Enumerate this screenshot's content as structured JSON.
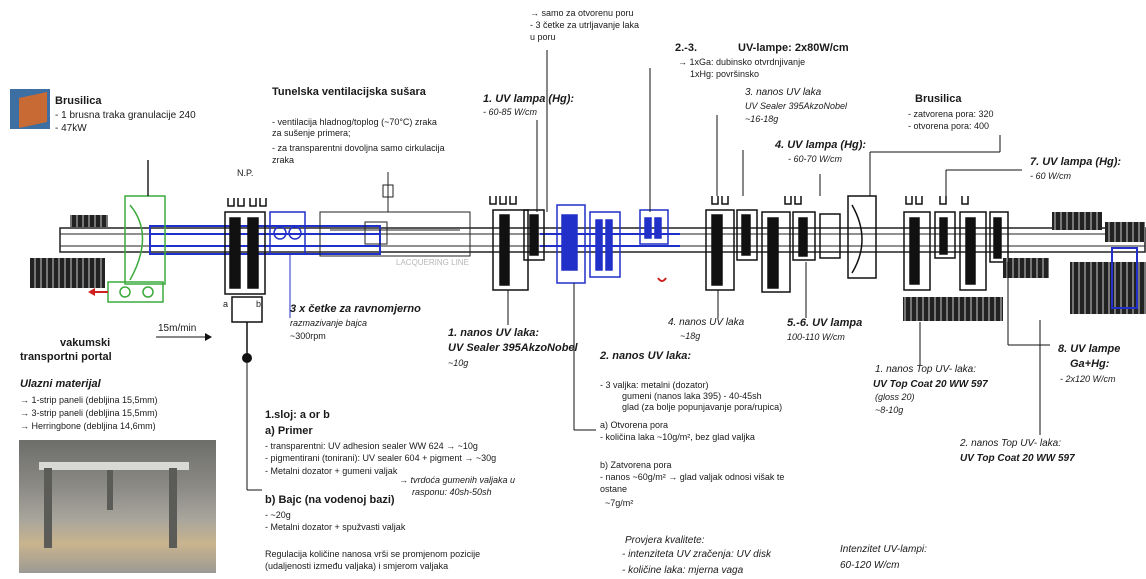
{
  "texts": {
    "brus1_title": "Brusilica",
    "brus1_l1": "- 1 brusna traka granulacije 240",
    "brus1_l2": "- 47kW",
    "tunnel_title": "Tunelska ventilacijska sušara",
    "tunnel_l1": "- ventilacija hladnog/toplog (~70°C) zraka",
    "tunnel_l2": "za sušenje primera;",
    "tunnel_l3": "- za transparentni dovoljna samo cirkulacija",
    "tunnel_l4": "zraka",
    "np": "N.P.",
    "uv1_title": "1. UV lampa (Hg):",
    "uv1_val": "- 60-85 W/cm",
    "open_l1": "→ samo za otvorenu poru",
    "open_l2": "- 3 četke za utrljavanje laka",
    "open_l3": "u poru",
    "uvl23_a": "2.-3.",
    "uvl23_b": "UV-lampe: 2x80W/cm",
    "uvl23_l1": "→ 1xGa: dubinsko otvrdnjivanje",
    "uvl23_l2": "1xHg: površinsko",
    "n3_title": "3. nanos UV laka",
    "n3_l1": "UV Sealer 395AkzoNobel",
    "n3_l2": "~16-18g",
    "uv4_title": "4. UV lampa (Hg):",
    "uv4_val": "- 60-70 W/cm",
    "brus2_title": "Brusilica",
    "brus2_l1": "- zatvorena pora: 320",
    "brus2_l2": "- otvorena pora: 400",
    "uv7_title": "7. UV lampa (Hg):",
    "uv7_val": "- 60 W/cm",
    "a_lbl": "a",
    "b_lbl": "b",
    "speed": "15m/min",
    "vak1": "vakumski",
    "vak2": "transportni portal",
    "cetke_l1": "3 x četke za ravnomjerno",
    "cetke_l2": "razmazivanje bajca",
    "cetke_l3": "~300rpm",
    "watermark": "LACQUERING LINE",
    "n1_title": "1. nanos UV laka:",
    "n1_l1": "UV Sealer 395AkzoNobel",
    "n1_l2": "~10g",
    "n2_title": "2. nanos UV laka:",
    "n2_l1": "- 3 valjka: metalni (dozator)",
    "n2_l2": "gumeni (nanos laka 395) - 40-45sh",
    "n2_l3": "glad (za bolje popunjavanje pora/rupica)",
    "n2_l4": "a) Otvorena pora",
    "n2_l5": "- količina laka ~10g/m², bez glad valjka",
    "n2_l6": "b) Zatvorena pora",
    "n2_l7": "- nanos ~60g/m² → glad valjak odnosi višak te",
    "n2_l8": "ostane",
    "n2_l9": "~7g/m²",
    "n4_title": "4. nanos UV laka",
    "n4_val": "~18g",
    "uv56_title": "5.-6. UV lampa",
    "uv56_val": "100-110 W/cm",
    "top1_title": "1. nanos Top UV- laka:",
    "top1_l1": "UV Top Coat 20 WW 597",
    "top1_l2": "(gloss 20)",
    "top1_l3": "~8-10g",
    "uv8_title": "8. UV lampe",
    "uv8_l1": "Ga+Hg:",
    "uv8_l2": "- 2x120 W/cm",
    "top2_title": "2. nanos Top UV- laka:",
    "top2_l1": "UV Top Coat 20 WW 597",
    "in_title": "Ulazni materijal",
    "in_l1": "→ 1-strip paneli (debljina 15,5mm)",
    "in_l2": "→ 3-strip paneli (debljina 15,5mm)",
    "in_l3": "→ Herringbone (debljina 14,6mm)",
    "sloj_title": "1.sloj: a or b",
    "sloj_a": "a) Primer",
    "sloj_a1": "- transparentni: UV adhesion sealer WW 624 → ~10g",
    "sloj_a2": "- pigmentirani (tonirani): UV sealer 604 + pigment → ~30g",
    "sloj_a3": "- Metalni dozator + gumeni valjak",
    "tvrdoca1": "→ tvrdoća gumenih valjaka u",
    "tvrdoca2": "rasponu: 40sh-50sh",
    "sloj_b": "b) Bajc (na vodenoj bazi)",
    "sloj_b1": "- ~20g",
    "sloj_b2": "- Metalni dozator + spužvasti valjak",
    "reg1": "Regulacija količine nanosa vrši se promjenom pozicije",
    "reg2": "(udaljenosti između valjaka) i smjerom valjaka",
    "prov_title": "Provjera kvalitete:",
    "prov_l1": "- intenziteta UV zračenja: UV disk",
    "prov_l2": "- količine laka: mjerna vaga",
    "int_title": "Intenzitet UV-lampi:",
    "int_val": "60-120 W/cm"
  },
  "colors": {
    "line_blue": "#2030c8",
    "green": "#3caa3c",
    "red": "#d02020",
    "ink": "#1a1a1a"
  }
}
